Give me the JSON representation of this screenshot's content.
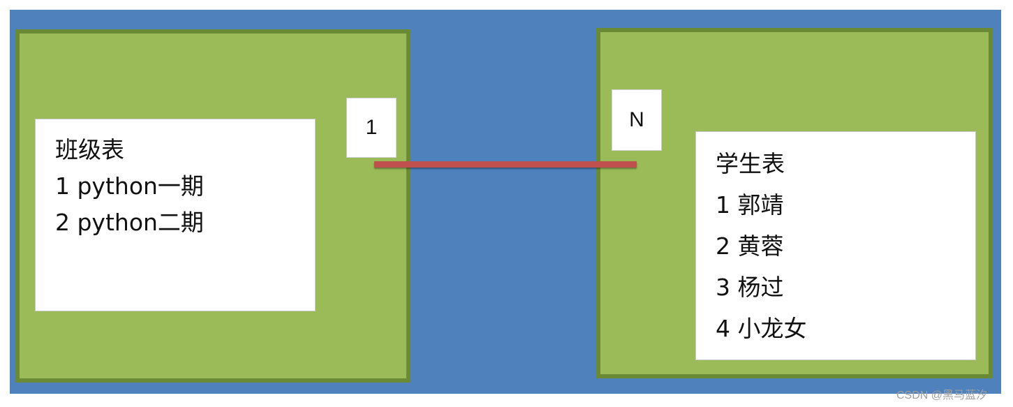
{
  "class_table": {
    "title": "班级表",
    "rows": [
      "1 python一期",
      "2 python二期"
    ]
  },
  "student_table": {
    "title": "学生表",
    "rows": [
      "1 郭靖",
      "2 黄蓉",
      "3 杨过",
      "4 小龙女"
    ]
  },
  "relation": {
    "left_cardinality": "1",
    "right_cardinality": "N"
  },
  "watermark": "CSDN @黑马蓝汐",
  "colors": {
    "background": "#4f81bd",
    "entity_fill": "#9bbb59",
    "entity_border": "#6b8a36",
    "relation_line": "#c0504d"
  }
}
